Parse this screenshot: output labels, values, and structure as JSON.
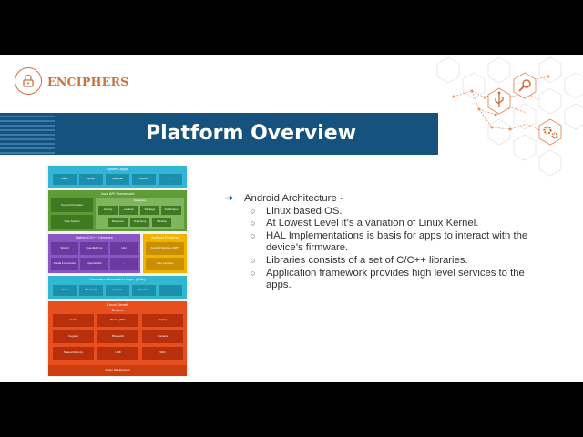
{
  "logo": {
    "text": "ENCIPHERS"
  },
  "title": "Platform Overview",
  "diagram": {
    "system_apps": {
      "title": "System Apps",
      "items": [
        "Dialer",
        "Email",
        "Calendar",
        "Camera",
        "..."
      ]
    },
    "java_api": {
      "title": "Java API Framework",
      "content_providers": "Content Providers",
      "view_system": "View System",
      "managers": {
        "title": "Managers",
        "items": [
          "Activity",
          "Location",
          "Package",
          "Notification",
          "Resource",
          "Telephony",
          "Window"
        ]
      }
    },
    "native_libs": {
      "title": "Native C/C++ Libraries",
      "items": [
        "Webkit",
        "OpenMAX AL",
        "Libc",
        "Media Framework",
        "OpenGL ES",
        "..."
      ]
    },
    "android_runtime": {
      "title": "Android Runtime",
      "items": [
        "Android Runtime (ART)",
        "Core Libraries"
      ]
    },
    "hal": {
      "title": "Hardware Abstraction Layer (HAL)",
      "items": [
        "Audio",
        "Bluetooth",
        "Camera",
        "Sensors",
        "..."
      ]
    },
    "kernel": {
      "title": "Linux Kernel",
      "drivers_title": "Drivers",
      "drivers": [
        "Audio",
        "Binder (IPC)",
        "Display",
        "Keypad",
        "Bluetooth",
        "Camera",
        "Shared Memory",
        "USB",
        "WIFI"
      ],
      "power": "Power Management"
    }
  },
  "bullets": {
    "main": "Android Architecture -",
    "items": [
      "Linux based OS.",
      "At Lowest Level it’s a variation of Linux Kernel.",
      "HAL Implementations is basis for apps to interact with the device’s firmware.",
      "Libraries consists of a set of C/C++ libraries.",
      "Application framework provides high level services to the apps."
    ]
  },
  "colors": {
    "accent": "#c8743f",
    "title_band": "#15527d",
    "system_apps": "#33b5d6",
    "java_api": "#5d9c36",
    "native_libs": "#8a56c1",
    "android_runtime": "#f0b400",
    "hal": "#31b7cf",
    "kernel": "#e7501e"
  }
}
